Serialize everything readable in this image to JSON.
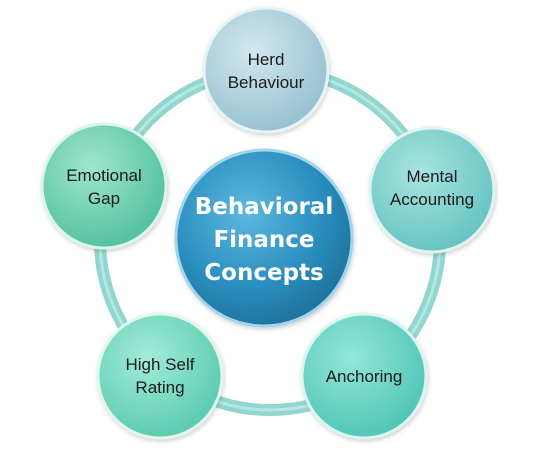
{
  "center": {
    "line1": "Behavioral",
    "line2": "Finance",
    "line3": "Concepts",
    "color": "#2a8fc0"
  },
  "nodes": [
    {
      "id": "herd-behaviour",
      "line1": "Herd",
      "line2": "Behaviour",
      "color": "#a9cfdc"
    },
    {
      "id": "mental-accounting",
      "line1": "Mental",
      "line2": "Accounting",
      "color": "#7fd3d0"
    },
    {
      "id": "anchoring",
      "line1": "Anchoring",
      "line2": "",
      "color": "#62d4c6"
    },
    {
      "id": "high-self-rating",
      "line1": "High Self",
      "line2": "Rating",
      "color": "#72dcc4"
    },
    {
      "id": "emotional-gap",
      "line1": "Emotional",
      "line2": "Gap",
      "color": "#6ad0b2"
    }
  ],
  "ring": {
    "color": "#7fcfc6"
  }
}
